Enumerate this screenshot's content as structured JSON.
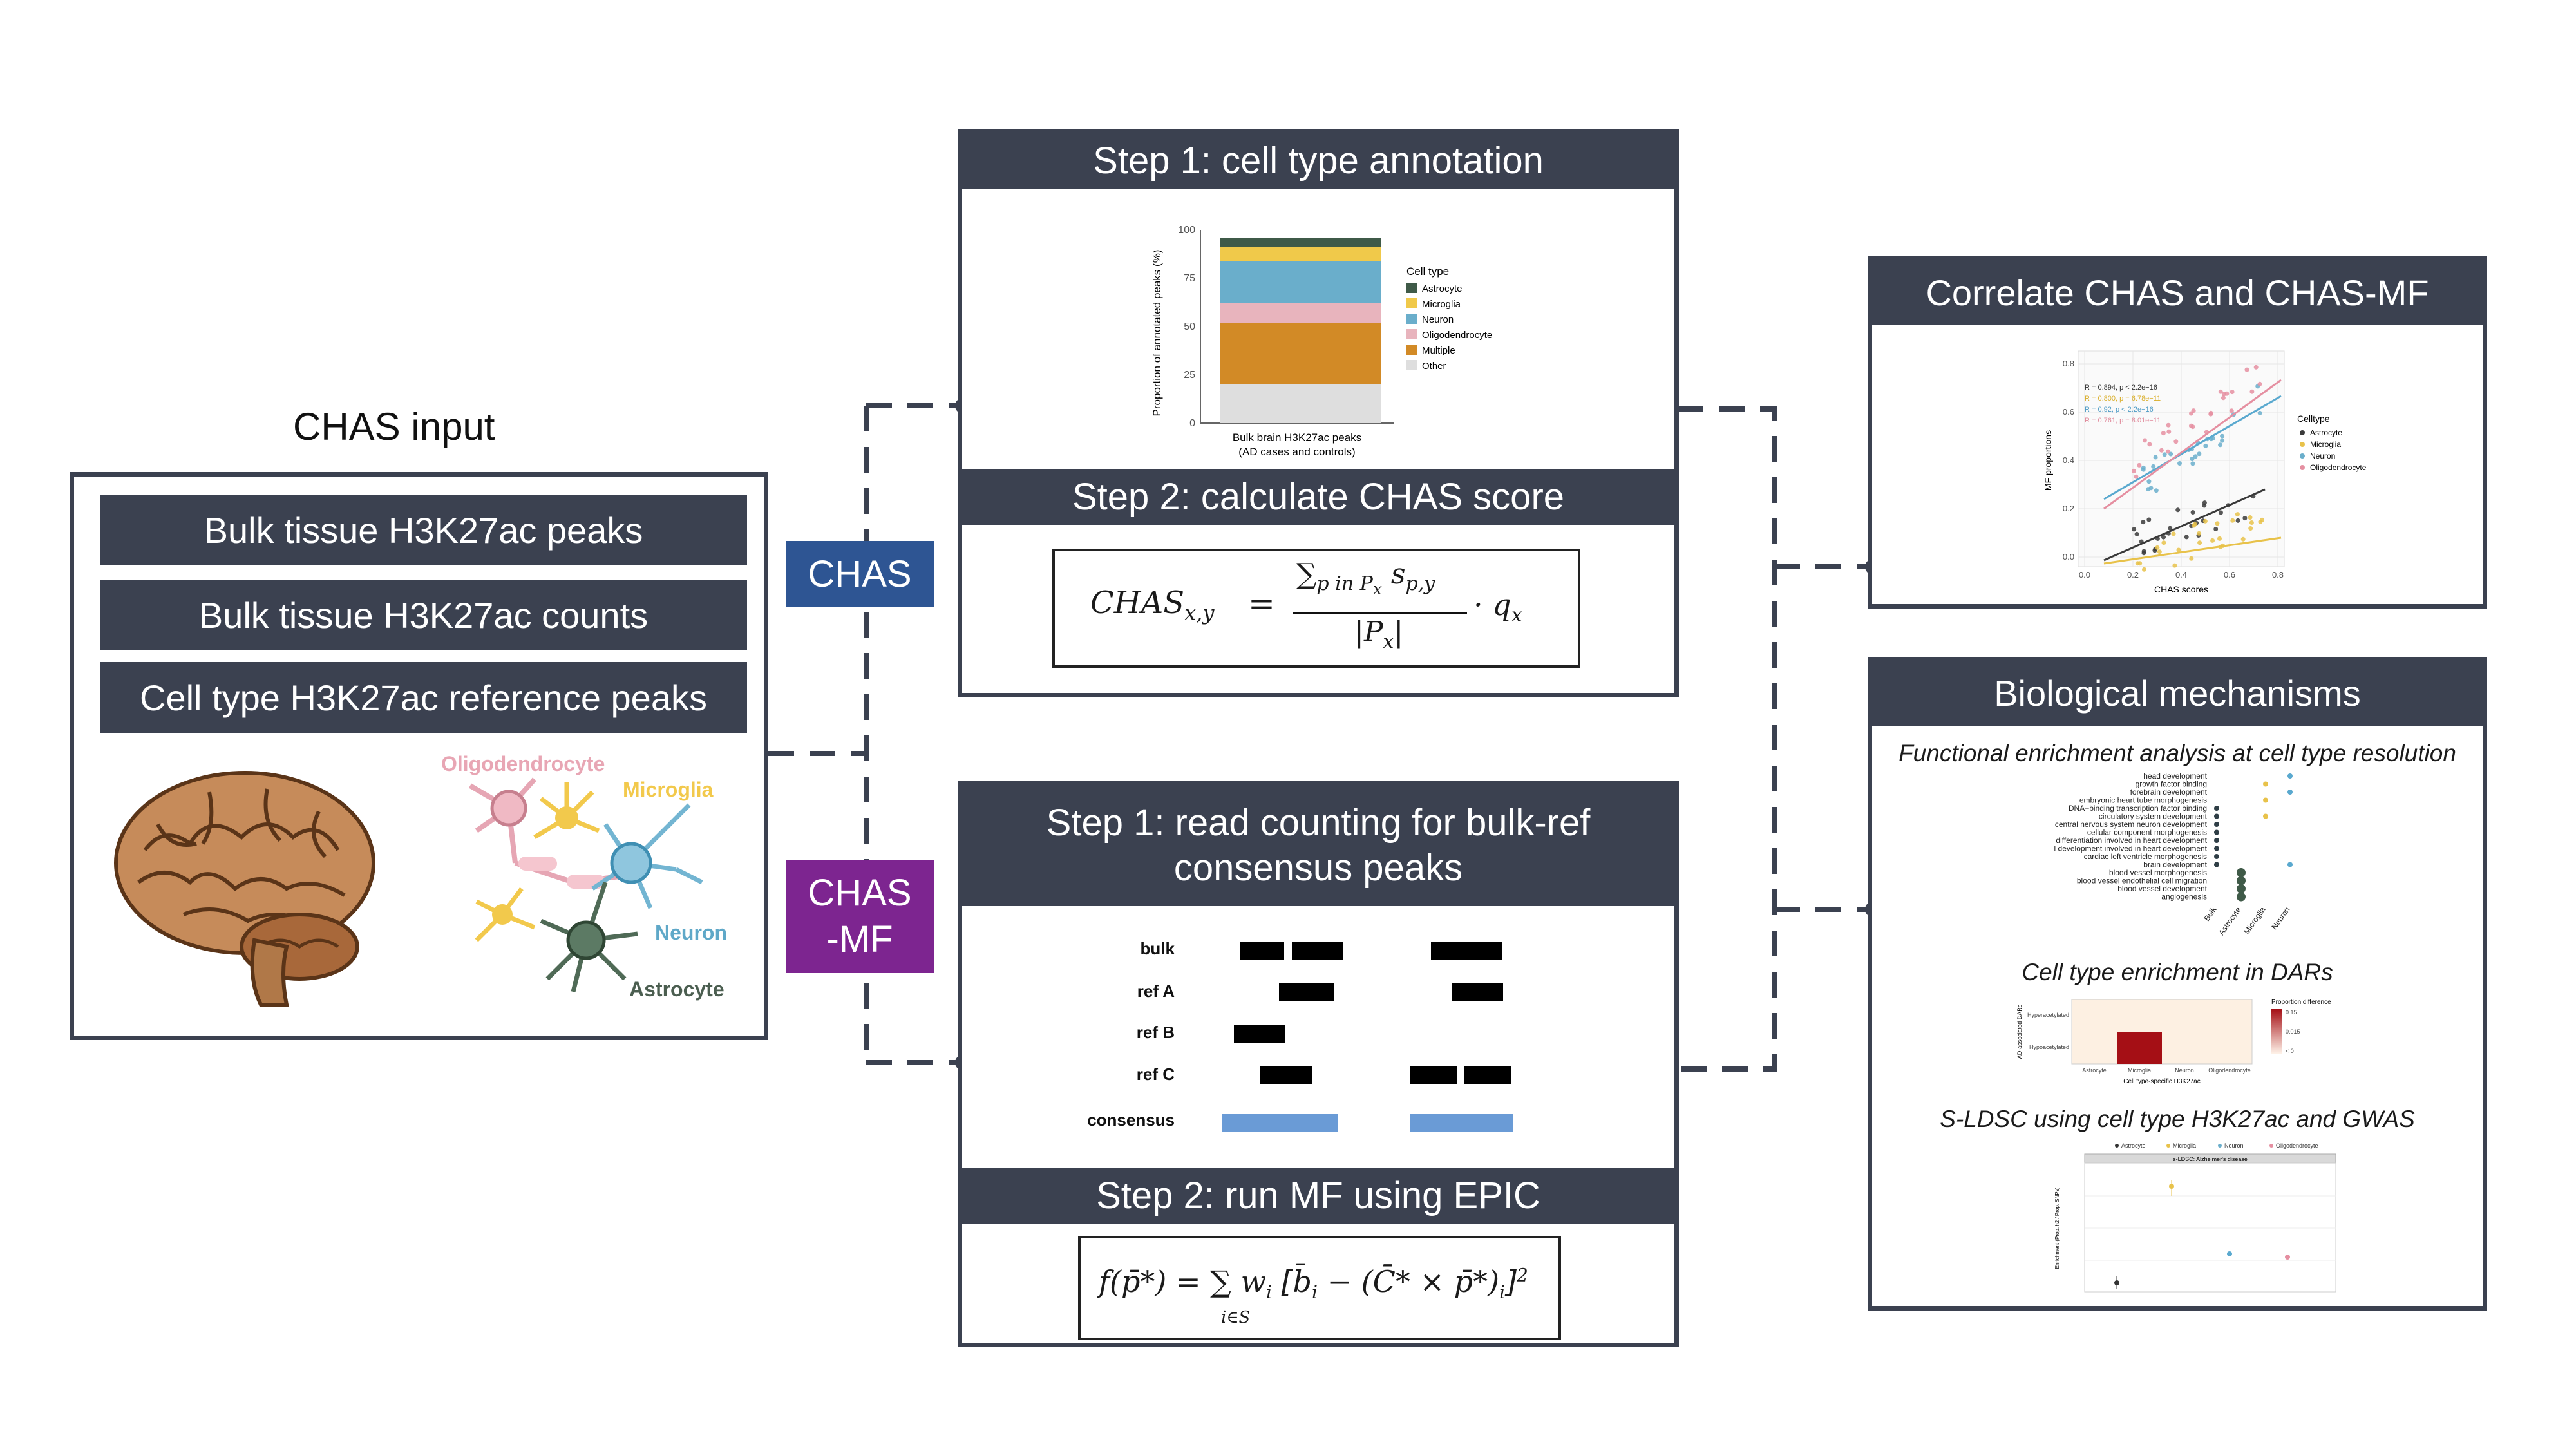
{
  "chas_input": {
    "title": "CHAS input",
    "items": [
      "Bulk tissue H3K27ac peaks",
      "Bulk tissue H3K27ac counts",
      "Cell type H3K27ac reference peaks"
    ],
    "cell_labels": {
      "oligo": "Oligodendrocyte",
      "microglia": "Microglia",
      "neuron": "Neuron",
      "astrocyte": "Astrocyte"
    }
  },
  "methods": {
    "chas": "CHAS",
    "chas_mf_line1": "CHAS",
    "chas_mf_line2": "-MF"
  },
  "chas_panel": {
    "step1": "Step 1: cell type annotation",
    "step2": "Step 2: calculate CHAS score",
    "chart": {
      "ylabel": "Proportion of annotated peaks (%)",
      "yticks": [
        "100",
        "75",
        "50",
        "25",
        "0"
      ],
      "xlabel_line1": "Bulk brain H3K27ac peaks",
      "xlabel_line2": "(AD cases and controls)",
      "legend_title": "Cell type",
      "legend": [
        "Astrocyte",
        "Microglia",
        "Neuron",
        "Oligodendrocyte",
        "Multiple",
        "Other"
      ]
    }
  },
  "mf_panel": {
    "step1_line1": "Step 1: read counting for bulk-ref",
    "step1_line2": "consensus peaks",
    "step2": "Step 2: run MF using EPIC",
    "tracks": [
      "bulk",
      "ref A",
      "ref B",
      "ref C",
      "consensus"
    ]
  },
  "correlate": {
    "title": "Correlate CHAS and CHAS-MF",
    "ylabel": "MF proportions",
    "xlabel": "CHAS scores",
    "xticks": [
      "0.0",
      "0.2",
      "0.4",
      "0.6",
      "0.8"
    ],
    "yticks": [
      "0.8",
      "0.6",
      "0.4",
      "0.2",
      "0.0"
    ],
    "stats": [
      "R = 0.894, p < 2.2e−16",
      "R = 0.800, p = 6.78e−11",
      "R = 0.92, p < 2.2e−16",
      "R = 0.761, p = 8.01e−11"
    ],
    "legend_title": "Celltype",
    "legend": [
      "Astrocyte",
      "Microglia",
      "Neuron",
      "Oligodendrocyte"
    ]
  },
  "bio": {
    "title": "Biological mechanisms",
    "sub1": "Functional enrichment analysis at cell type resolution",
    "sub2": "Cell type enrichment in DARs",
    "sub3": "S-LDSC using cell type H3K27ac and GWAS",
    "go_terms": [
      "head development",
      "growth factor binding",
      "forebrain development",
      "embryonic heart tube morphogenesis",
      "DNA−binding transcription factor binding",
      "circulatory system development",
      "central nervous system neuron development",
      "cellular component morphogenesis",
      "differentiation involved in heart development",
      "l development involved in heart development",
      "cardiac left ventricle morphogenesis",
      "brain development",
      "blood vessel morphogenesis",
      "blood vessel endothelial cell migration",
      "blood vessel development",
      "angiogenesis"
    ],
    "go_cols": [
      "Bulk",
      "Astrocyte",
      "Microglia",
      "Neuron"
    ],
    "dar_rows": [
      "Hyperacetylated",
      "Hypoacetylated"
    ],
    "dar_cols": [
      "Astrocyte",
      "Microglia",
      "Neuron",
      "Oligodendrocyte"
    ],
    "dar_xlabel": "Cell type-specific H3K27ac",
    "dar_ylabel": "AD-associated DARs",
    "dar_legend_title": "Proportion difference",
    "dar_legend": [
      "0.15",
      "0.015",
      "< 0"
    ],
    "ldsc_legend": [
      "Astrocyte",
      "Microglia",
      "Neuron",
      "Oligodendrocyte"
    ],
    "ldsc_strip": "s-LDSC: Alzheimer's disease",
    "ldsc_ylabel": "Enrichment (Prop. h2 / Prop. SNPs)"
  },
  "colors": {
    "astrocyte": "#3f5a48",
    "microglia": "#f0c94a",
    "neuron": "#6aaecb",
    "oligodendrocyte": "#e8b4bd",
    "multiple": "#d28a26",
    "other": "#dedede",
    "header": "#3b4150",
    "chas": "#2e5593",
    "chas_mf": "#7d2590"
  }
}
